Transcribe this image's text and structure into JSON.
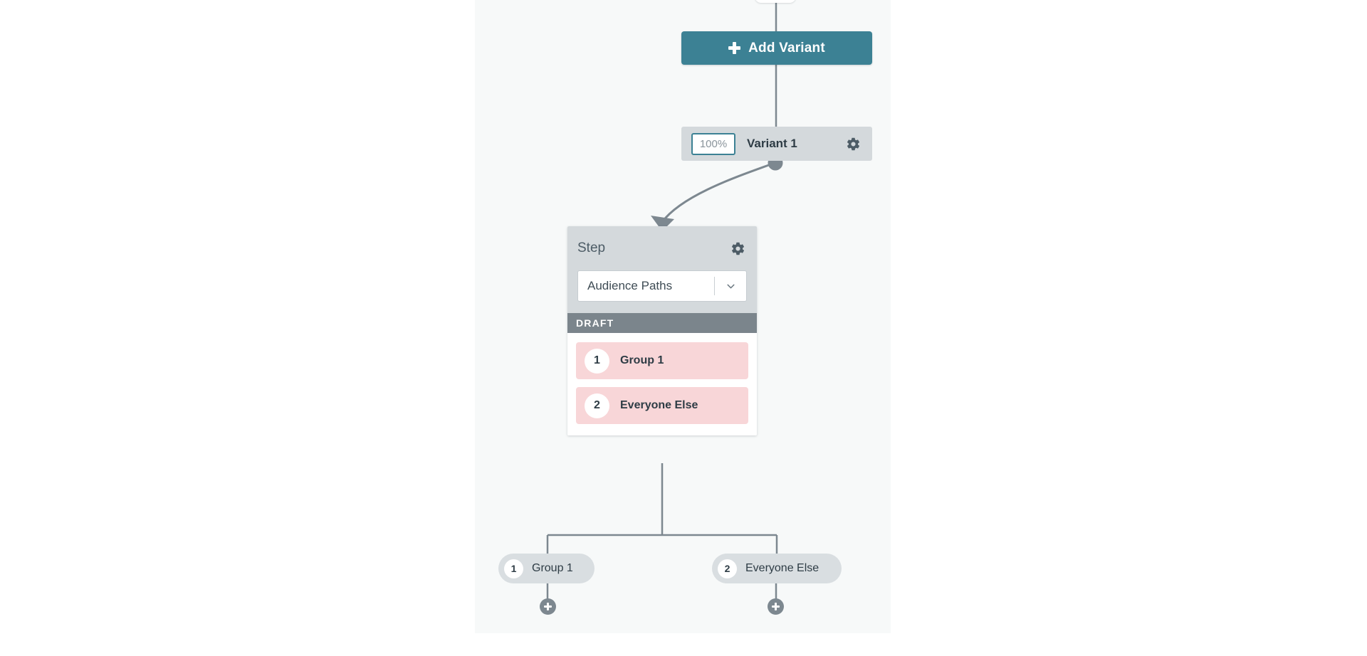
{
  "canvas": {
    "background_color": "#f7f9f9",
    "page_background_color": "#ffffff"
  },
  "toolbar": {
    "add_variant_label": "Add Variant",
    "add_variant_icon": "plus-icon",
    "accent_color": "#3c8194"
  },
  "variant": {
    "percent_value": "100%",
    "percent_placeholder": "100%",
    "name": "Variant 1",
    "settings_icon": "gear-icon",
    "row_background": "#d4d9dc",
    "input_border_color": "#3c8194"
  },
  "step_card": {
    "title": "Step",
    "settings_icon": "gear-icon",
    "select": {
      "value": "Audience Paths",
      "chevron_icon": "chevron-down-icon"
    },
    "status_badge": "DRAFT",
    "status_color": "#7b858c",
    "group_color": "#f8d6d8",
    "groups": [
      {
        "number": "1",
        "label": "Group 1"
      },
      {
        "number": "2",
        "label": "Everyone Else"
      }
    ]
  },
  "branches": [
    {
      "number": "1",
      "label": "Group 1",
      "add_icon": "plus-circle-icon"
    },
    {
      "number": "2",
      "label": "Everyone Else",
      "add_icon": "plus-circle-icon"
    }
  ],
  "connectors": {
    "line_color": "#7d8890",
    "handle_icon": "connector-handle-dot",
    "arrow_icon": "arrow-down-icon"
  }
}
